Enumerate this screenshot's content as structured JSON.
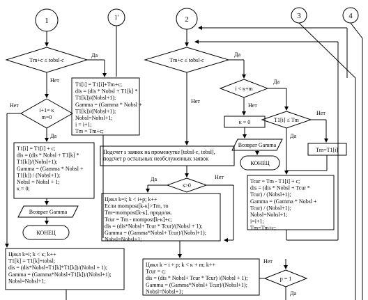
{
  "connectors": {
    "c1": "1",
    "c1p": "1'",
    "c2": "2",
    "c3": "3",
    "c4": "4"
  },
  "labels": {
    "yes": "Да",
    "no": "Нет"
  },
  "col1": {
    "cond1": "Tm+c ≤ tobsl-c",
    "cond2a": "i+1= κ",
    "cond2b": "m=0",
    "box_a": [
      "T1[i] = T1[i]+Tm+c;",
      "dis = (dis * Nobsl + T1[k] *",
      "T1[k])/(Nobsl+1);",
      "Gamma = (Gamma * Nobsl +",
      "T1[k])/(Nobsl+1);",
      "Nobsl=Nobsl+1;",
      "i = i+1;",
      "Tm = Tm+c;"
    ],
    "box_b": [
      "T1[i] = T1[i] + c;",
      "dis = (dis * Nobsl + T1[k] *",
      "T1[k])/(Nobsl+1);",
      "Gamma = (Gamma * Nobsl +",
      "T1[k]) / (Nobsl+1);",
      "Nobsl = Nobsl + 1;",
      "κ = 0;"
    ],
    "return": "Возврат Gamma",
    "end": "КОНЕЦ",
    "loop": [
      "Цикл k=i; k < κ; k++",
      "T1[k] = T1[k]+tobsl;",
      "dis = (dis*Nobsl+T1[k]*T1[k])/(Nobsl + 1);",
      "Gamma = (Gamma*Nobsl+T1[k])/(Nobsl+1);",
      "Nobsl=Nobsl+1;"
    ]
  },
  "col2": {
    "cond1": "Tm+c ≤ tobsl-c",
    "count": [
      "Подсчет s заявок на промежутке [tobsl-c, tobsl],",
      "подсчет p остальных необслуженных заявок"
    ],
    "cond_s": "s>0",
    "loop1": [
      "Цикл k=i; k < i+p; k++",
      "Если mompost[k-κ]>Tm, то",
      "Tm=mompost[k-κ], продолж.",
      "Tcur = Tm - mompost[k-κ]+c;",
      "dis = (dis*Nobsl+ Tcur * Tcur)/(Nobsl + 1);",
      "Gamma = (Gamma*Nobsl+ Tcur)/(Nobsl+1);",
      "Nobsl=Nobsl+1;"
    ],
    "loop2": [
      "Цикл k = i + p; k < κ + m; k++",
      "Tcur = c;",
      "dis = (dis * Nobsl+ Tcur * Tcur) /(Nobsl + 1);",
      "Gamma = (Gamma*Nobsl+ Tcur)/(Nobsl+1);",
      "Nobsl=Nobsl+1;"
    ],
    "cond_p": "p = 1"
  },
  "col3": {
    "cond1": "i < κ+m",
    "assign": "κ = 0",
    "return": "Возврат Gamma",
    "end": "КОНЕЦ",
    "cond2": "T1[i] ≤ Tm",
    "assign2": "Tm=T1[i]",
    "box": [
      "Tcur = Tm - T1[i] + c;",
      "dis = (dis * Nobsl + Tcur *",
      "Tcur) / (Nobsl+1);",
      "Gamma = (Gamma * Nobsl +",
      "Tcur) / (Nobsl+1);",
      "Nobsl=Nobsl+1;",
      "i=i+1;",
      "Tm=Tm+c;"
    ]
  }
}
